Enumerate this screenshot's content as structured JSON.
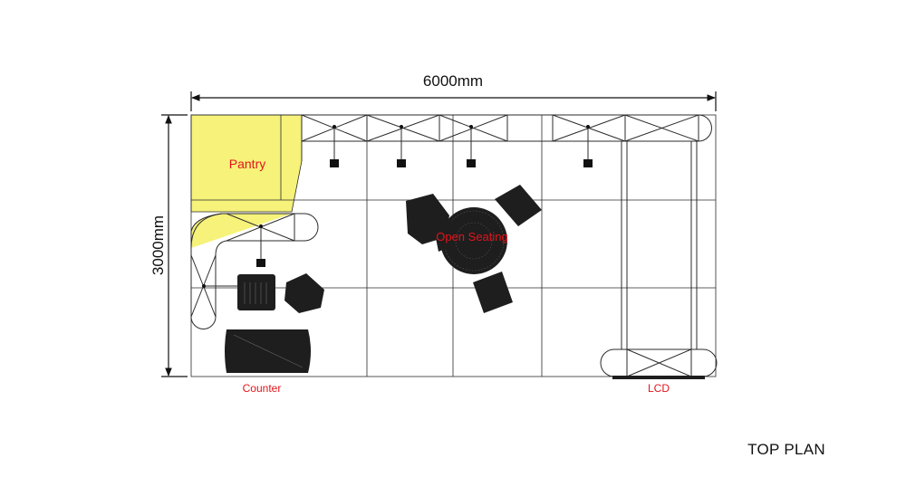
{
  "dimensions": {
    "width_label": "6000mm",
    "depth_label": "3000mm"
  },
  "zones": {
    "pantry": "Pantry",
    "open_seating": "Open Seating",
    "counter": "Counter",
    "lcd": "LCD"
  },
  "drawing_title": "TOP PLAN",
  "colors": {
    "pantry_fill": "#f6f27a",
    "label_red": "#e3141b",
    "line": "#2b2b2b",
    "furniture": "#1e1e1e"
  }
}
